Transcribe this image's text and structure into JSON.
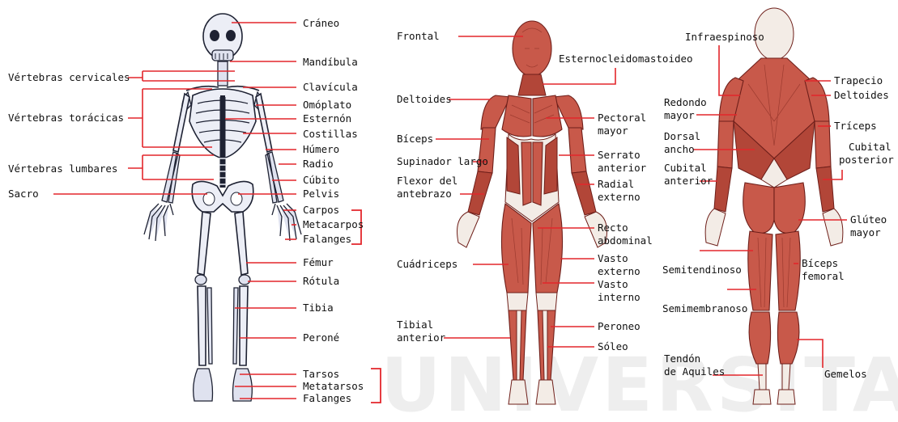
{
  "watermark": "UNIVERSITAS",
  "skeleton": {
    "labels": {
      "craneo": "Cráneo",
      "mandibula": "Mandíbula",
      "vert_cervicales": "Vértebras cervicales",
      "clavicula": "Clavícula",
      "omoplato": "Omóplato",
      "vert_toracicas": "Vértebras torácicas",
      "esternon": "Esternón",
      "costillas": "Costillas",
      "humero": "Húmero",
      "vert_lumbares": "Vértebras lumbares",
      "radio": "Radio",
      "cubito": "Cúbito",
      "sacro": "Sacro",
      "pelvis": "Pelvis",
      "carpos": "Carpos",
      "metacarpos": "Metacarpos",
      "falanges_mano": "Falanges",
      "femur": "Fémur",
      "rotula": "Rótula",
      "tibia": "Tibia",
      "perone": "Peroné",
      "tarsos": "Tarsos",
      "metatarsos": "Metatarsos",
      "falanges_pie": "Falanges"
    }
  },
  "front_muscles": {
    "labels": {
      "frontal": "Frontal",
      "esternocleido": "Esternocleidomastoideo",
      "deltoides": "Deltoides",
      "pectoral_1": "Pectoral",
      "pectoral_2": "mayor",
      "biceps": "Bíceps",
      "supinador": "Supinador largo",
      "serrato_1": "Serrato",
      "serrato_2": "anterior",
      "flexor_1": "Flexor del",
      "flexor_2": "antebrazo",
      "radial_1": "Radial",
      "radial_2": "externo",
      "recto_1": "Recto",
      "recto_2": "abdominal",
      "cuadriceps": "Cuádriceps",
      "vasto_ext_1": "Vasto",
      "vasto_ext_2": "externo",
      "vasto_int_1": "Vasto",
      "vasto_int_2": "interno",
      "tibial_1": "Tibial",
      "tibial_2": "anterior",
      "peroneo": "Peroneo",
      "soleo": "Sóleo"
    }
  },
  "back_muscles": {
    "labels": {
      "infraespinoso": "Infraespinoso",
      "trapecio": "Trapecio",
      "deltoides": "Deltoides",
      "redondo_1": "Redondo",
      "redondo_2": "mayor",
      "triceps": "Tríceps",
      "dorsal_1": "Dorsal",
      "dorsal_2": "ancho",
      "cubital_post_1": "Cubital",
      "cubital_post_2": "posterior",
      "cubital_ant_1": "Cubital",
      "cubital_ant_2": "anterior",
      "gluteo_1": "Glúteo",
      "gluteo_2": "mayor",
      "semitendinoso": "Semitendinoso",
      "biceps_fem_1": "Bíceps",
      "biceps_fem_2": "femoral",
      "semimembranoso": "Semimembranoso",
      "tendon_1": "Tendón",
      "tendon_2": "de Aquiles",
      "gemelos": "Gemelos"
    }
  },
  "colors": {
    "leader_line": "#e3262b",
    "muscle": "#c8594a",
    "bone_outline": "#1e2233"
  }
}
